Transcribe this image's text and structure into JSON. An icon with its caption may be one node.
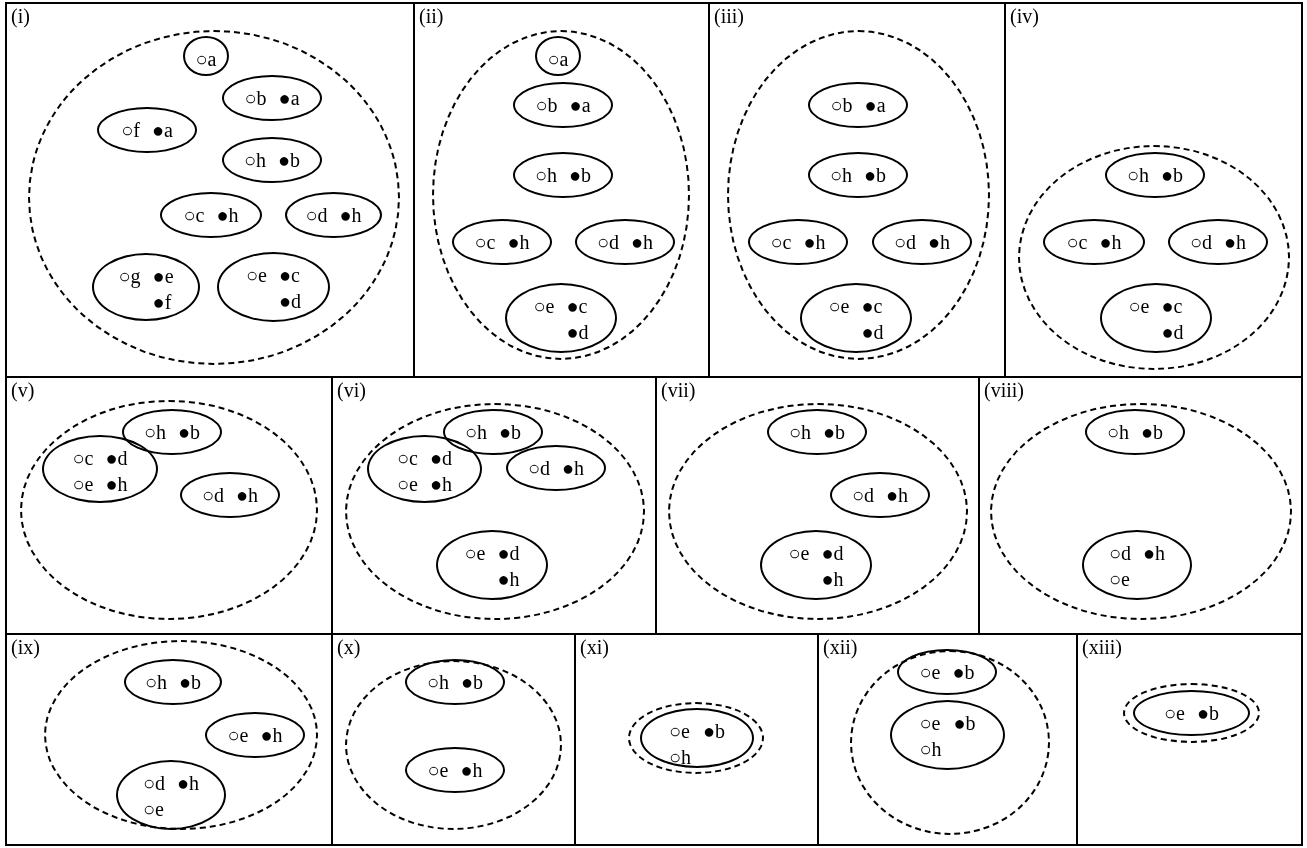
{
  "diagram": {
    "nodes": [
      {
        "text": [
          "(i)"
        ]
      },
      {
        "text": [],
        "shape": "ellipse",
        "in": 0
      },
      {
        "text": [
          "○a"
        ],
        "in": 1
      },
      {
        "text": [
          "○b",
          "●a"
        ],
        "in": 1
      },
      {
        "text": [
          "○f",
          "●a"
        ],
        "in": 1
      },
      {
        "text": [
          "○h",
          "●b"
        ],
        "in": 1
      },
      {
        "text": [
          "○c",
          "●h"
        ],
        "in": 1
      },
      {
        "text": [
          "○d",
          "●h"
        ],
        "in": 1
      },
      {
        "text": [
          "○g",
          "●e ●f"
        ],
        "in": 1
      },
      {
        "text": [
          "○e",
          "●c ●d"
        ],
        "in": 1
      },
      {
        "text": [
          "(ii)"
        ]
      },
      {
        "text": [],
        "shape": "ellipse",
        "in": 10
      },
      {
        "text": [
          "○a"
        ],
        "in": 11
      },
      {
        "text": [
          "○b",
          "●a"
        ],
        "in": 11
      },
      {
        "text": [
          "○h",
          "●b"
        ],
        "in": 11
      },
      {
        "text": [
          "○c",
          "●h"
        ],
        "in": 11
      },
      {
        "text": [
          "○d",
          "●h"
        ],
        "in": 11
      },
      {
        "text": [
          "○e",
          "●c ●d"
        ],
        "in": 11
      },
      {
        "text": [
          "(iii)"
        ]
      },
      {
        "text": [],
        "shape": "ellipse",
        "in": 18
      },
      {
        "text": [
          "○b",
          "●a"
        ],
        "in": 19
      },
      {
        "text": [
          "○h",
          "●b"
        ],
        "in": 19
      },
      {
        "text": [
          "○c",
          "●h"
        ],
        "in": 19
      },
      {
        "text": [
          "○d",
          "●h"
        ],
        "in": 19
      },
      {
        "text": [
          "○e",
          "●c ●d"
        ],
        "in": 19
      },
      {
        "text": [
          "(iv)"
        ]
      },
      {
        "text": [],
        "shape": "ellipse",
        "in": 25
      },
      {
        "text": [
          "○h",
          "●b"
        ],
        "in": 26
      },
      {
        "text": [
          "○c",
          "●h"
        ],
        "in": 26
      },
      {
        "text": [
          "○d",
          "●h"
        ],
        "in": 26
      },
      {
        "text": [
          "○e",
          "●c ●d"
        ],
        "in": 26
      },
      {
        "text": [
          "(v)"
        ]
      },
      {
        "text": [],
        "shape": "ellipse",
        "in": 31
      },
      {
        "text": [
          "○h",
          "●b"
        ],
        "in": 32
      },
      {
        "text": [
          "○c ○e",
          "●d ●h"
        ],
        "in": 32
      },
      {
        "text": [
          "○d",
          "●h"
        ],
        "in": 32
      },
      {
        "text": [
          "(vi)"
        ]
      },
      {
        "text": [],
        "shape": "ellipse",
        "in": 36
      },
      {
        "text": [
          "○h",
          "●b"
        ],
        "in": 37
      },
      {
        "text": [
          "○c ○e",
          "●d ●h"
        ],
        "in": 37
      },
      {
        "text": [
          "○d",
          "●h"
        ],
        "in": 37
      },
      {
        "text": [
          "○e",
          "●d ●h"
        ],
        "in": 37
      },
      {
        "text": [
          "(vii)"
        ]
      },
      {
        "text": [],
        "shape": "ellipse",
        "in": 42
      },
      {
        "text": [
          "○h",
          "●b"
        ],
        "in": 43
      },
      {
        "text": [
          "○d",
          "●h"
        ],
        "in": 43
      },
      {
        "text": [
          "○e",
          "●d ●h"
        ],
        "in": 43
      },
      {
        "text": [
          "(viii)"
        ]
      },
      {
        "text": [],
        "shape": "ellipse",
        "in": 47
      },
      {
        "text": [
          "○h",
          "●b"
        ],
        "in": 48
      },
      {
        "text": [
          "○d ○e",
          "●h"
        ],
        "in": 48
      },
      {
        "text": [
          "(ix)"
        ]
      },
      {
        "text": [],
        "shape": "ellipse",
        "in": 51
      },
      {
        "text": [
          "○h",
          "●b"
        ],
        "in": 52
      },
      {
        "text": [
          "○e",
          "●h"
        ],
        "in": 52
      },
      {
        "text": [
          "○d ○e",
          "●h"
        ],
        "in": 52
      },
      {
        "text": [
          "(x)"
        ]
      },
      {
        "text": [],
        "shape": "ellipse",
        "in": 56
      },
      {
        "text": [
          "○h",
          "●b"
        ],
        "in": 57
      },
      {
        "text": [
          "○e",
          "●h"
        ],
        "in": 57
      },
      {
        "text": [
          "(xi)"
        ]
      },
      {
        "text": [],
        "shape": "ellipse",
        "in": 60
      },
      {
        "text": [
          "○e ○h",
          "●b"
        ],
        "in": 61
      },
      {
        "text": [
          "(xii)"
        ]
      },
      {
        "text": [],
        "shape": "ellipse",
        "in": 63
      },
      {
        "text": [
          "○e",
          "●b"
        ],
        "in": 64
      },
      {
        "text": [
          "○e ○h",
          "●b"
        ],
        "in": 64
      },
      {
        "text": [
          "(xiii)"
        ]
      },
      {
        "text": [],
        "shape": "ellipse",
        "in": 67
      },
      {
        "text": [
          "○e",
          "●b"
        ],
        "in": 68
      }
    ],
    "edges": []
  }
}
